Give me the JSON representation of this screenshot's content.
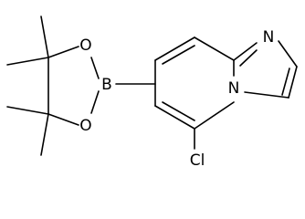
{
  "molecule": {
    "atoms": {
      "N_imine": "N",
      "N_bridge": "N",
      "O_upper": "O",
      "O_lower": "O",
      "B": "B",
      "Cl": "Cl"
    }
  }
}
